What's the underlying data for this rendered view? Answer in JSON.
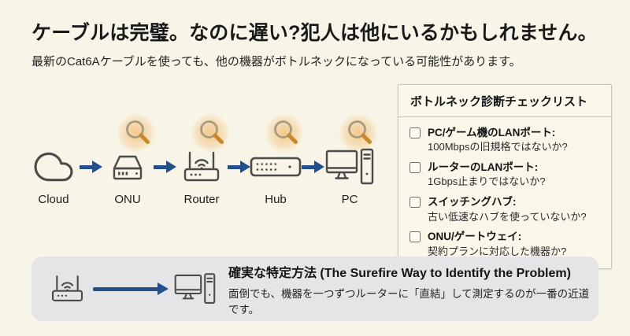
{
  "header": {
    "title": "ケーブルは完璧。なのに遅い?犯人は他にいるかもしれません。",
    "subtitle": "最新のCat6Aケーブルを使っても、他の機器がボトルネックになっている可能性があります。"
  },
  "diagram": {
    "devices": [
      {
        "label": "Cloud",
        "inspected": false
      },
      {
        "label": "ONU",
        "inspected": true
      },
      {
        "label": "Router",
        "inspected": true
      },
      {
        "label": "Hub",
        "inspected": true
      },
      {
        "label": "PC",
        "inspected": true
      }
    ]
  },
  "checklist": {
    "title": "ボトルネック診断チェックリスト",
    "items": [
      {
        "checked": false,
        "title": "PC/ゲーム機のLANポート:",
        "sub": "100Mbpsの旧規格ではないか?"
      },
      {
        "checked": false,
        "title": "ルーターのLANポート:",
        "sub": "1Gbps止まりではないか?"
      },
      {
        "checked": false,
        "title": "スイッチングハブ:",
        "sub": "古い低速なハブを使っていないか?"
      },
      {
        "checked": false,
        "title": "ONU/ゲートウェイ:",
        "sub": "契約プランに対応した機器か?"
      }
    ]
  },
  "footer": {
    "title": "確実な特定方法 (The Surefire Way to Identify the Problem)",
    "description": "面倒でも、機器を一つずつルーターに「直結」して測定するのが一番の近道です。"
  },
  "icons": {
    "magnifier": "inspection magnifying glass",
    "cloud": "internet cloud",
    "onu": "ONU modem box",
    "router": "wifi router",
    "hub": "switching hub",
    "pc": "desktop computer with tower",
    "arrow": "right-pointing navy arrow"
  },
  "colors": {
    "page_background": "#f8f4e7",
    "arrow_navy": "#234f8d",
    "magnifier_glow": "#eea640",
    "magnifier_handle": "#c9882e",
    "magnifier_ring": "#a99a7d",
    "icon_stroke": "#4a4a4a",
    "checklist_background": "#faf6ea",
    "checklist_border": "#c8c4b6",
    "footer_background": "#e5e4e6"
  }
}
